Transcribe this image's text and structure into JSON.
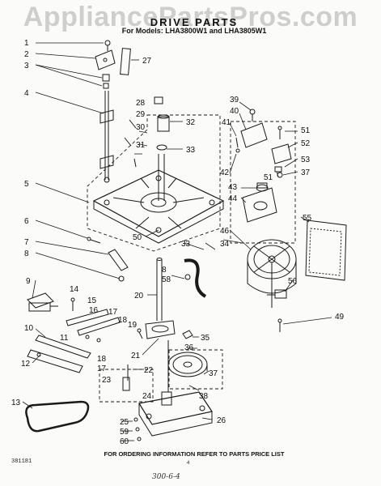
{
  "watermark": "AppliancePartsPros.com",
  "title": "DRIVE PARTS",
  "subtitle": "For Models: LHA3800W1 and LHA3805W1",
  "footer_note": "FOR ORDERING INFORMATION REFER TO PARTS PRICE LIST",
  "doc_code": "381181",
  "page_number": "4",
  "handwritten": "300-6-4",
  "callouts": {
    "c1": "1",
    "c2": "2",
    "c3": "3",
    "c4": "4",
    "c5": "5",
    "c6": "6",
    "c7": "7",
    "c8": "8",
    "c9": "9",
    "c10": "10",
    "c11": "11",
    "c12": "12",
    "c13": "13",
    "c14": "14",
    "c15": "15",
    "c16": "16",
    "c17": "17",
    "c18": "18",
    "c19": "19",
    "c20": "20",
    "c21": "21",
    "c22": "22",
    "c23": "23",
    "c24": "24",
    "c25": "25",
    "c26": "26",
    "c27": "27",
    "c28": "28",
    "c29": "29",
    "c30": "30",
    "c31": "31",
    "c32": "32",
    "c33": "33",
    "c34": "34",
    "c35": "35",
    "c36": "36",
    "c37": "37",
    "c38": "38",
    "c39": "39",
    "c40": "40",
    "c41": "41",
    "c42": "42",
    "c43": "43",
    "c44": "44",
    "c46": "46",
    "c49": "49",
    "c50": "50",
    "c51": "51",
    "c52": "52",
    "c53": "53",
    "c55": "55",
    "c56": "56",
    "c58": "58",
    "c59": "59",
    "c60": "60"
  }
}
